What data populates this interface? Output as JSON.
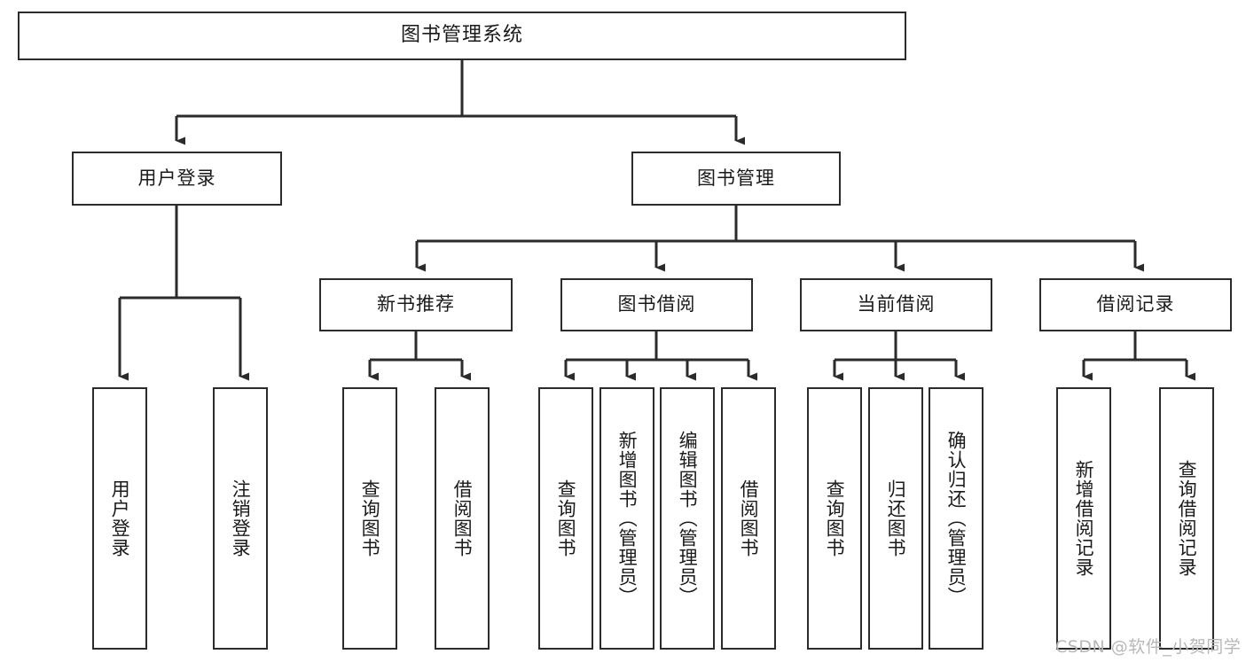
{
  "diagram": {
    "title": "图书管理系统",
    "type": "tree",
    "colors": {
      "stroke": "#2b2b2b",
      "fill": "#ffffff",
      "text": "#1a1a1a",
      "background": "#ffffff",
      "watermark": "#b8b8b8"
    },
    "nodes": {
      "root": {
        "label": "图书管理系统",
        "orientation": "horizontal",
        "level": 1
      },
      "user_login": {
        "label": "用户登录",
        "orientation": "horizontal",
        "level": 2
      },
      "book_manage": {
        "label": "图书管理",
        "orientation": "horizontal",
        "level": 2
      },
      "new_book_rec": {
        "label": "新书推荐",
        "orientation": "horizontal",
        "level": 3
      },
      "book_borrow": {
        "label": "图书借阅",
        "orientation": "horizontal",
        "level": 3
      },
      "current_borrow": {
        "label": "当前借阅",
        "orientation": "horizontal",
        "level": 3
      },
      "borrow_record": {
        "label": "借阅记录",
        "orientation": "horizontal",
        "level": 3
      },
      "leaf_user_login": {
        "label": "用户登录",
        "orientation": "vertical",
        "level": 4,
        "parent": "user_login"
      },
      "leaf_user_logout": {
        "label": "注销登录",
        "orientation": "vertical",
        "level": 4,
        "parent": "user_login"
      },
      "leaf_query_book_1": {
        "label": "查询图书",
        "orientation": "vertical",
        "level": 4,
        "parent": "new_book_rec"
      },
      "leaf_borrow_book_1": {
        "label": "借阅图书",
        "orientation": "vertical",
        "level": 4,
        "parent": "new_book_rec"
      },
      "leaf_query_book_2": {
        "label": "查询图书",
        "orientation": "vertical",
        "level": 4,
        "parent": "book_borrow"
      },
      "leaf_add_book": {
        "label": "新增图书（管理员）",
        "orientation": "vertical",
        "level": 4,
        "parent": "book_borrow"
      },
      "leaf_edit_book": {
        "label": "编辑图书（管理员）",
        "orientation": "vertical",
        "level": 4,
        "parent": "book_borrow"
      },
      "leaf_borrow_book_2": {
        "label": "借阅图书",
        "orientation": "vertical",
        "level": 4,
        "parent": "book_borrow"
      },
      "leaf_query_book_3": {
        "label": "查询图书",
        "orientation": "vertical",
        "level": 4,
        "parent": "current_borrow"
      },
      "leaf_return_book": {
        "label": "归还图书",
        "orientation": "vertical",
        "level": 4,
        "parent": "current_borrow"
      },
      "leaf_confirm_return": {
        "label": "确认归还（管理员）",
        "orientation": "vertical",
        "level": 4,
        "parent": "current_borrow"
      },
      "leaf_add_record": {
        "label": "新增借阅记录",
        "orientation": "vertical",
        "level": 4,
        "parent": "borrow_record"
      },
      "leaf_query_record": {
        "label": "查询借阅记录",
        "orientation": "vertical",
        "level": 4,
        "parent": "borrow_record"
      }
    },
    "edges": [
      {
        "from": "root",
        "to": "user_login"
      },
      {
        "from": "root",
        "to": "book_manage"
      },
      {
        "from": "book_manage",
        "to": "new_book_rec"
      },
      {
        "from": "book_manage",
        "to": "book_borrow"
      },
      {
        "from": "book_manage",
        "to": "current_borrow"
      },
      {
        "from": "book_manage",
        "to": "borrow_record"
      },
      {
        "from": "user_login",
        "to": "leaf_user_login"
      },
      {
        "from": "user_login",
        "to": "leaf_user_logout"
      },
      {
        "from": "new_book_rec",
        "to": "leaf_query_book_1"
      },
      {
        "from": "new_book_rec",
        "to": "leaf_borrow_book_1"
      },
      {
        "from": "book_borrow",
        "to": "leaf_query_book_2"
      },
      {
        "from": "book_borrow",
        "to": "leaf_add_book"
      },
      {
        "from": "book_borrow",
        "to": "leaf_edit_book"
      },
      {
        "from": "book_borrow",
        "to": "leaf_borrow_book_2"
      },
      {
        "from": "current_borrow",
        "to": "leaf_query_book_3"
      },
      {
        "from": "current_borrow",
        "to": "leaf_return_book"
      },
      {
        "from": "current_borrow",
        "to": "leaf_confirm_return"
      },
      {
        "from": "borrow_record",
        "to": "leaf_add_record"
      },
      {
        "from": "borrow_record",
        "to": "leaf_query_record"
      }
    ]
  },
  "watermark": {
    "text": "CSDN @软件_小贺同学"
  }
}
